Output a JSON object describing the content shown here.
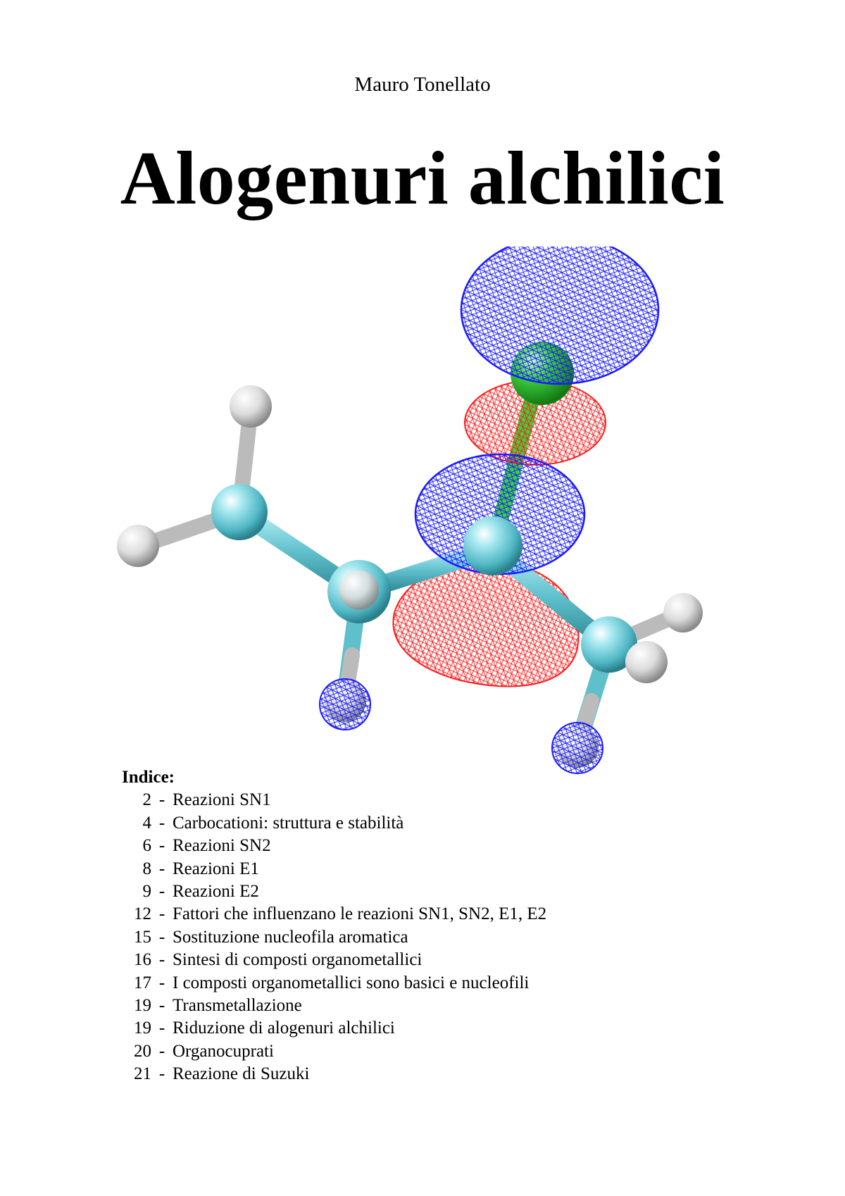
{
  "author": "Mauro Tonellato",
  "title": "Alogenuri alchilici",
  "index": {
    "heading": "Indice:",
    "separator": "-",
    "items": [
      {
        "page": "2",
        "label": "Reazioni SN1"
      },
      {
        "page": "4",
        "label": "Carbocationi: struttura e stabilità"
      },
      {
        "page": "6",
        "label": "Reazioni SN2"
      },
      {
        "page": "8",
        "label": "Reazioni E1"
      },
      {
        "page": "9",
        "label": "Reazioni E2"
      },
      {
        "page": "12",
        "label": "Fattori che influenzano le reazioni SN1, SN2, E1, E2"
      },
      {
        "page": "15",
        "label": "Sostituzione nucleofila aromatica"
      },
      {
        "page": "16",
        "label": "Sintesi di composti organometallici"
      },
      {
        "page": "17",
        "label": "I composti organometallici sono basici e nucleofili"
      },
      {
        "page": "19",
        "label": "Transmetallazione"
      },
      {
        "page": "19",
        "label": "Riduzione di alogenuri alchilici"
      },
      {
        "page": "20",
        "label": "Organocuprati"
      },
      {
        "page": "21",
        "label": "Reazione di Suzuki"
      }
    ]
  },
  "colors": {
    "carbon": "#5fc0cc",
    "hydrogen": "#e8e8e8",
    "halogen": "#2fbf2f",
    "orbital_positive": "#1a1aff",
    "orbital_negative": "#ff1a1a"
  }
}
